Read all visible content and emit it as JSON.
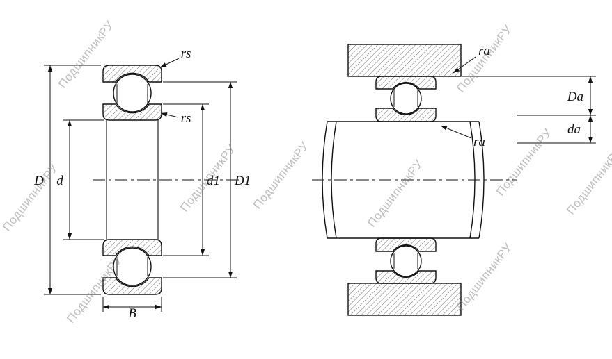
{
  "watermark": {
    "text": "ПодшипникРУ"
  },
  "left_view": {
    "dim_D": "D",
    "dim_d": "d",
    "dim_d1": "d1",
    "dim_D1": "D1",
    "dim_B": "B",
    "dim_rs_outer": "rs",
    "dim_rs_inner": "rs"
  },
  "right_view": {
    "dim_ra_housing": "ra",
    "dim_ra_shaft": "ra",
    "dim_Da": "Da",
    "dim_da": "da"
  },
  "colors": {
    "line": "#111111",
    "watermark": "#8a8a8a",
    "background": "#ffffff"
  }
}
